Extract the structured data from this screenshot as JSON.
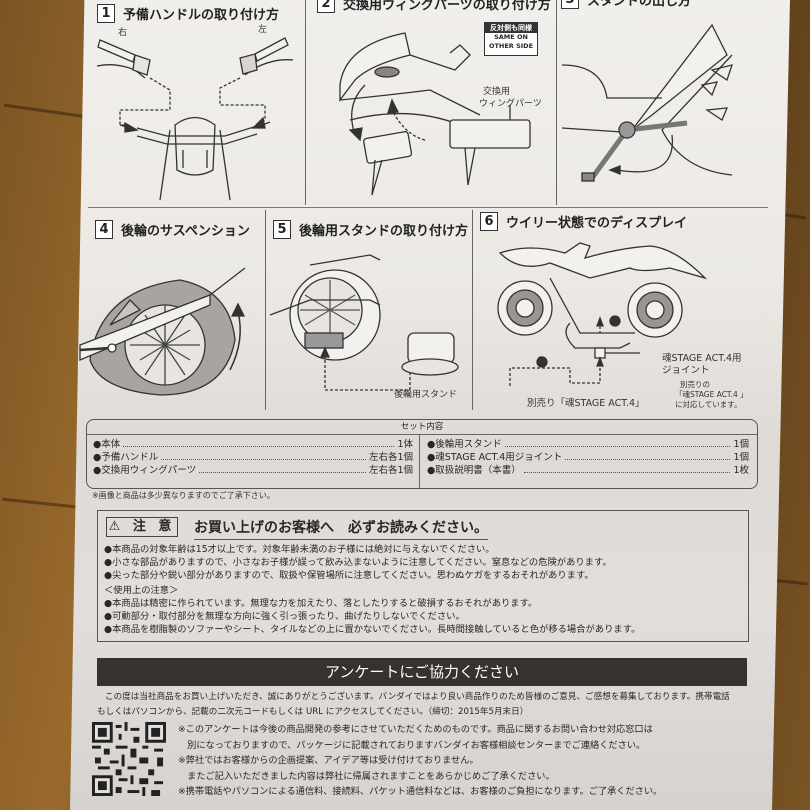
{
  "document": {
    "steps": [
      {
        "num": "1",
        "title": "予備ハンドルの取り付け方",
        "labels": {
          "right": "右",
          "left": "左"
        }
      },
      {
        "num": "2",
        "title": "交換用ウィングパーツの取り付け方",
        "badge": {
          "jp": "反対側も同様",
          "en_line1": "SAME ON",
          "en_line2": "OTHER SIDE"
        },
        "part_label_line1": "交換用",
        "part_label_line2": "ウィングパーツ"
      },
      {
        "num": "3",
        "title": "スタンドの出し方"
      },
      {
        "num": "4",
        "title": "後輪のサスペンション"
      },
      {
        "num": "5",
        "title": "後輪用スタンドの取り付け方",
        "part_label": "後輪用スタンド"
      },
      {
        "num": "6",
        "title": "ウイリー状態でのディスプレイ",
        "marker1": "❶",
        "marker2": "❷",
        "joint_label_line1": "魂STAGE ACT.4用",
        "joint_label_line2": "ジョイント",
        "stage_label": "別売り「魂STAGE ACT.4」",
        "note_line1": "別売りの",
        "note_line2": "「魂STAGE ACT.4 」",
        "note_line3": "に対応しています。"
      }
    ],
    "set_contents": {
      "title": "セット内容",
      "left": [
        {
          "name": "●本体",
          "qty": "1体"
        },
        {
          "name": "●予備ハンドル",
          "qty": "左右各1個"
        },
        {
          "name": "●交換用ウィングパーツ",
          "qty": "左右各1個"
        }
      ],
      "right": [
        {
          "name": "●後輪用スタンド",
          "qty": "1個"
        },
        {
          "name": "●魂STAGE ACT.4用ジョイント",
          "qty": "1個"
        },
        {
          "name": "●取扱説明書（本書）",
          "qty": "1枚"
        }
      ],
      "footnote": "※画像と商品は多少異なりますのでご了承下さい。"
    },
    "caution": {
      "label": "⚠ 注 意",
      "title": "お買い上げのお客様へ　必ずお読みください。",
      "lines": [
        "●本商品の対象年齢は15才以上です。対象年齢未満のお子様には絶対に与えないでください。",
        "●小さな部品がありますので、小さなお子様が誤って飲み込まないように注意してください。窒息などの危険があります。",
        "●尖った部分や鋭い部分がありますので、取扱や保管場所に注意してください。思わぬケガをするおそれがあります。"
      ],
      "usage_heading": "＜使用上の注意＞",
      "usage_lines": [
        "●本商品は精密に作られています。無理な力を加えたり、落としたりすると破損するおそれがあります。",
        "●可動部分・取付部分を無理な方向に強く引っ張ったり、曲げたりしないでください。",
        "●本商品を樹脂製のソファーやシート、タイルなどの上に置かないでください。長時間接触していると色が移る場合があります。"
      ]
    },
    "survey": {
      "title": "アンケートにご協力ください",
      "intro_line1": "この度は当社商品をお買い上げいただき、誠にありがとうございます。バンダイではより良い商品作りのため皆様のご意見、ご感想を募集しております。携帯電話",
      "intro_line2": "もしくはパソコンから、記載の二次元コードもしくは URL にアクセスしてください。（締切：2015年5月末日）",
      "notes": [
        "※このアンケートは今後の商品開発の参考にさせていただくためのものです。商品に関するお問い合わせ対応窓口は",
        "　別になっておりますので、パッケージに記載されておりますバンダイお客様相談センターまでご連絡ください。",
        "※弊社ではお客様からの企画提案、アイデア等は受け付けておりません。",
        "　またご記入いただきました内容は弊社に帰属されますことをあらかじめご了承ください。",
        "※携帯電話やパソコンによる通信料、接続料、パケット通信料などは、お客様のご負担になります。ご了承ください。"
      ]
    },
    "colors": {
      "paper": "#ece9e5",
      "ink": "#2a2624",
      "bar": "#353230",
      "wood": "#7a5424"
    }
  }
}
